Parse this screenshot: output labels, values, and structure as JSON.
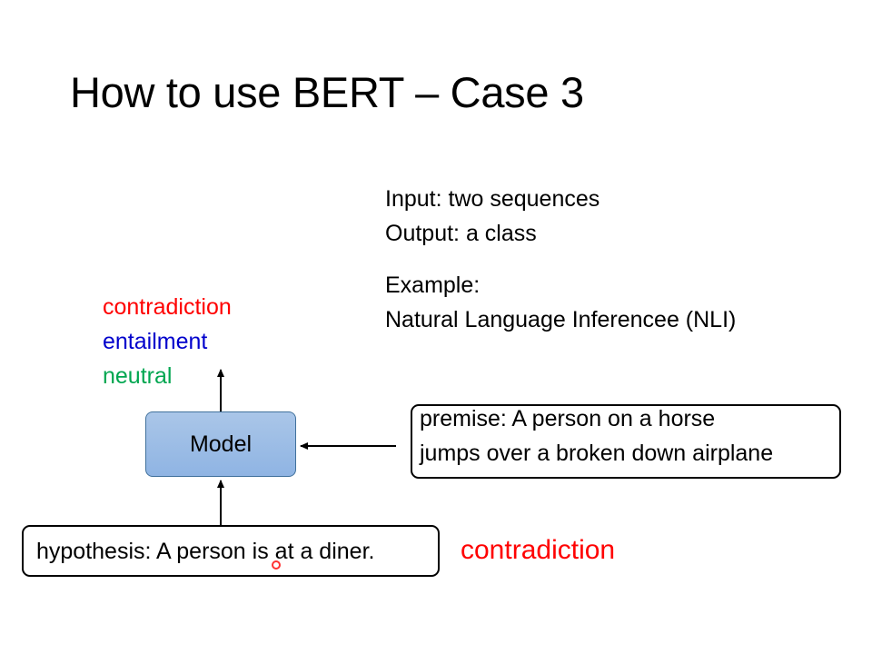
{
  "title": "How to use BERT – Case 3",
  "info": {
    "input": "Input: two sequences",
    "output": "Output: a class",
    "example_label": "Example:",
    "example_task": "Natural Language Inferencee (NLI)"
  },
  "classes": [
    {
      "label": "contradiction",
      "color": "#ff0000"
    },
    {
      "label": "entailment",
      "color": "#0000cc"
    },
    {
      "label": "neutral",
      "color": "#00a650"
    }
  ],
  "model_label": "Model",
  "premise": {
    "line1": "premise: A person on a horse",
    "line2": "jumps over a broken down airplane"
  },
  "hypothesis": "hypothesis: A person is at a diner.",
  "result": {
    "label": "contradiction",
    "color": "#ff0000"
  }
}
